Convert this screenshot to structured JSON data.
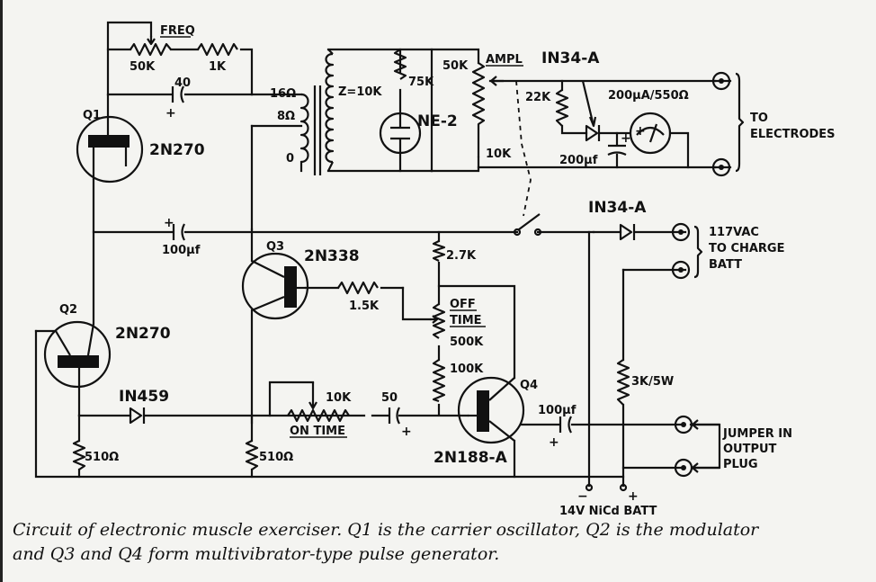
{
  "title_labels": {
    "q1": "Q1",
    "q1_type": "2N270",
    "q2": "Q2",
    "q2_type": "2N270",
    "q3": "Q3",
    "q3_type": "2N338",
    "q4": "Q4",
    "q4_type": "2N188-A"
  },
  "components": {
    "freq": "FREQ",
    "r50k": "50K",
    "r1k": "1K",
    "c40": "40",
    "plus": "+",
    "t16": "16Ω",
    "t8": "8Ω",
    "t0": "0",
    "z": "Z=10K",
    "r75k": "75K",
    "ne2": "NE-2",
    "r50k_ampl": "50K",
    "ampl": "AMPL",
    "r10k_ampl": "10K",
    "d1": "IN34-A",
    "r22k": "22K",
    "meter": "200μA/550Ω",
    "c200": "200μf",
    "to_electrodes_1": "TO",
    "to_electrodes_2": "ELECTRODES",
    "c100_top": "100μf",
    "d2": "IN34-A",
    "ac_1": "117VAC",
    "ac_2": "TO CHARGE",
    "ac_3": "BATT",
    "r27k": "2.7K",
    "r15k": "1.5K",
    "off_1": "OFF",
    "off_2": "TIME",
    "r500k": "500K",
    "r100k": "100K",
    "d3": "IN459",
    "r10k_on": "10K",
    "on_time": "ON TIME",
    "c50": "50",
    "c100_q4": "100μf",
    "r3k": "3K/5W",
    "jumper_1": "JUMPER IN",
    "jumper_2": "OUTPUT",
    "jumper_3": "PLUG",
    "r510_a": "510Ω",
    "r510_b": "510Ω",
    "batt_minus": "−",
    "batt_plus": "+",
    "batt": "14V NiCd BATT"
  },
  "caption": {
    "line1": "Circuit of electronic muscle exerciser. Q1 is the carrier oscillator, Q2 is the modulator",
    "line2": "and Q3 and Q4 form multivibrator-type pulse generator."
  }
}
